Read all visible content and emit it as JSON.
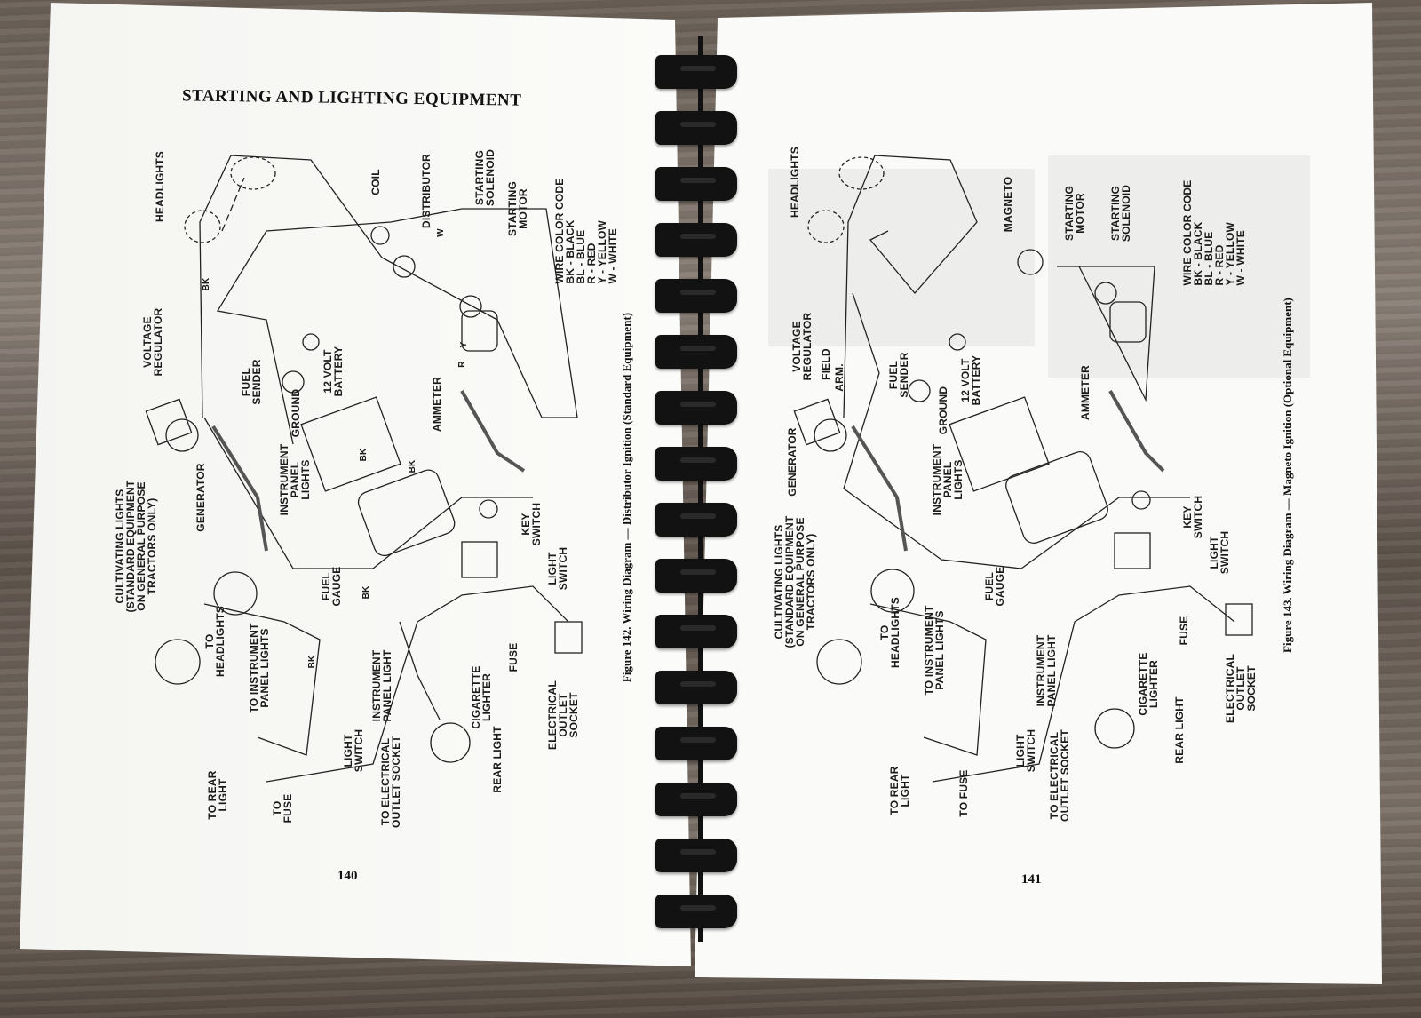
{
  "left_page": {
    "heading": "STARTING AND LIGHTING EQUIPMENT",
    "labels": [
      "HEADLIGHTS",
      "COIL",
      "DISTRIBUTOR",
      "STARTING\nSOLENOID",
      "STARTING\nMOTOR",
      "VOLTAGE\nREGULATOR",
      "FUEL\nSENDER",
      "12 VOLT\nBATTERY",
      "GROUND",
      "AMMETER",
      "GENERATOR",
      "INSTRUMENT\nPANEL\nLIGHTS",
      "CULTIVATING LIGHTS\n(STANDARD EQUIPMENT\nON GENERAL PURPOSE\nTRACTORS ONLY)",
      "FUEL\nGAUGE",
      "KEY\nSWITCH",
      "LIGHT\nSWITCH",
      "TO\nHEADLIGHTS",
      "TO INSTRUMENT\nPANEL LIGHTS",
      "INSTRUMENT\nPANEL LIGHT",
      "CIGARETTE\nLIGHTER",
      "FUSE",
      "ELECTRICAL\nOUTLET\nSOCKET",
      "LIGHT\nSWITCH",
      "TO REAR\nLIGHT",
      "TO\nFUSE",
      "TO ELECTRICAL\nOUTLET SOCKET",
      "REAR LIGHT"
    ],
    "wire_codes": [
      "BK",
      "W",
      "R",
      "Y",
      "BK",
      "BK",
      "BK",
      "BK"
    ],
    "wire_color_code": "WIRE COLOR CODE\nBK - BLACK\nBL - BLUE\n    R - RED\n    Y - YELLOW\n  W - WHITE",
    "caption": "Figure 142.  Wiring Diagram — Distributor Ignition (Standard Equipment)",
    "page_number": "140"
  },
  "right_page": {
    "labels": [
      "HEADLIGHTS",
      "MAGNETO",
      "STARTING\nMOTOR",
      "STARTING\nSOLENOID",
      "VOLTAGE\nREGULATOR",
      "FIELD",
      "ARM.",
      "FUEL\nSENDER",
      "12 VOLT\nBATTERY",
      "GROUND",
      "AMMETER",
      "GENERATOR",
      "INSTRUMENT\nPANEL\nLIGHTS",
      "CULTIVATING LIGHTS\n(STANDARD EQUIPMENT\nON GENERAL PURPOSE\nTRACTORS ONLY)",
      "KEY\nSWITCH",
      "LIGHT\nSWITCH",
      "FUEL\nGAUGE",
      "FUSE",
      "TO\nHEADLIGHTS",
      "TO INSTRUMENT\nPANEL LIGHTS",
      "INSTRUMENT\nPANEL LIGHT",
      "CIGARETTE\nLIGHTER",
      "REAR LIGHT",
      "ELECTRICAL\nOUTLET\nSOCKET",
      "LIGHT\nSWITCH",
      "TO REAR\nLIGHT",
      "TO FUSE",
      "TO ELECTRICAL\nOUTLET SOCKET"
    ],
    "wire_color_code": "WIRE COLOR CODE\nBK - BLACK\nBL - BLUE\n    R - RED\n    Y - YELLOW\n  W - WHITE",
    "caption": "Figure 143.  Wiring Diagram — Magneto Ignition (Optional Equipment)",
    "page_number": "141"
  }
}
